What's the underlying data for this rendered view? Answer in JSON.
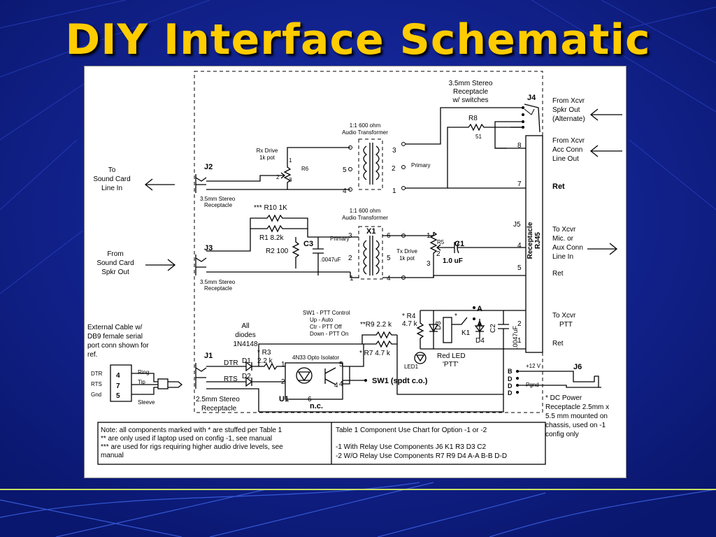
{
  "title": "DIY Interface Schematic",
  "colors": {
    "background": "#0e1f8c",
    "title": "#ffcc00",
    "accent_line": "#c6e063",
    "panel": "#ffffff"
  },
  "labels": {
    "stereo_rec_switch": [
      "3.5mm Stereo",
      "Receptacle",
      "w/ switches"
    ],
    "j4": "J4",
    "from_xcvr_spkr": [
      "From Xcvr",
      "Spkr Out",
      "(Alternate)"
    ],
    "from_xcvr_acc": [
      "From Xcvr",
      "Acc Conn",
      "Line Out"
    ],
    "r8": "R8",
    "r8_val": "51",
    "xfmr_top": [
      "1:1    600 ohm",
      "Audio Transformer"
    ],
    "xfmr_bot": [
      "1:1    600 ohm",
      "Audio Transformer"
    ],
    "rx_drive": [
      "Rx Drive",
      "1k pot"
    ],
    "r6": "R6",
    "j2": "J2",
    "j3": "J3",
    "j1": "J1",
    "to_sound_card": [
      "To",
      "Sound Card",
      "Line In"
    ],
    "from_sound_card": [
      "From",
      "Sound Card",
      "Spkr Out"
    ],
    "stereo_rec_small": [
      "3.5mm Stereo",
      "Receptacle"
    ],
    "primary": "Primary",
    "pin8": "8",
    "pin7": "7",
    "ret": "Ret",
    "r10": "*** R10 1K",
    "r1": "R1 8.2k",
    "r2": "R2  100",
    "c3": "C3",
    "c3_val": ".0047uF",
    "x1": "X1",
    "tx_drive": [
      "Tx Drive",
      "1k pot"
    ],
    "r5": "R5",
    "c1": "C1",
    "c1_val": "1.0 uF",
    "j5": "J5",
    "rj45": [
      "RJ45",
      "Receptacle"
    ],
    "to_xcvr_mic": [
      "To Xcvr",
      "Mic. or",
      "Aux Conn",
      "Line In"
    ],
    "pin4": "4",
    "pin5": "5",
    "sw1_ptt": [
      "SW1 - PTT Control",
      "Up  -       Auto",
      "Ctr -       PTT Off",
      "Down - PTT On"
    ],
    "all_diodes": [
      "All",
      "diodes",
      "1N4148"
    ],
    "r9": "**R9 2.2 k",
    "r4": [
      "* R4",
      "4.7 k"
    ],
    "d3": "D3",
    "node_a": "A",
    "k1": "K1",
    "d4": "D4",
    "c2": "C2",
    "c2_val": ".0047uF",
    "to_xcvr_ptt": [
      "To Xcvr",
      "PTT"
    ],
    "pin2": "2",
    "pin1": "1",
    "opto": "4N33 Opto Isolator",
    "r3": [
      "* R3",
      "2.2 k"
    ],
    "r7": "* R7 4.7 k",
    "led1": "LED1",
    "red_led": [
      "Red LED",
      "'PTT'"
    ],
    "dtr": "DTR",
    "rts": "RTS",
    "d1": "D1",
    "d2": "D2",
    "u1": "U1",
    "nc": "n.c.",
    "sw1_spdt": "SW1 (spdt c.o.)",
    "j6": "J6",
    "plus12v": "+12 V",
    "pgnd": "Pgnd",
    "node_b": "B",
    "node_d": "D",
    "ext_cable": [
      "External Cable w/",
      "DB9 female serial",
      "port conn shown for",
      "ref."
    ],
    "db9_pins": [
      "4",
      "7",
      "5"
    ],
    "db9_side": [
      "DTR",
      "RTS",
      "Gnd"
    ],
    "plug": [
      "Ring",
      "Tip",
      "Sleeve"
    ],
    "stereo_rec_big": [
      "2.5mm Stereo",
      "Receptacle"
    ],
    "dc_power": [
      "* DC Power",
      "Receptacle 2.5mm x",
      "5.5 mm mounted on",
      "chassis, used on -1",
      "config only"
    ],
    "note": [
      "Note: all components marked with *  are stuffed per Table 1",
      "** are only used if laptop used on config -1, see manual",
      "*** are used for rigs requiring higher audio drive levels, see",
      "   manual"
    ],
    "table1_title": "Table 1  Component Use Chart for Option -1 or -2",
    "table1_rows": [
      "-1 With Relay Use Components   J6 K1 R3 D3 C2",
      "-2 W/O Relay Use Components    R7 R9 D4 A-A  B-B  D-D"
    ]
  }
}
